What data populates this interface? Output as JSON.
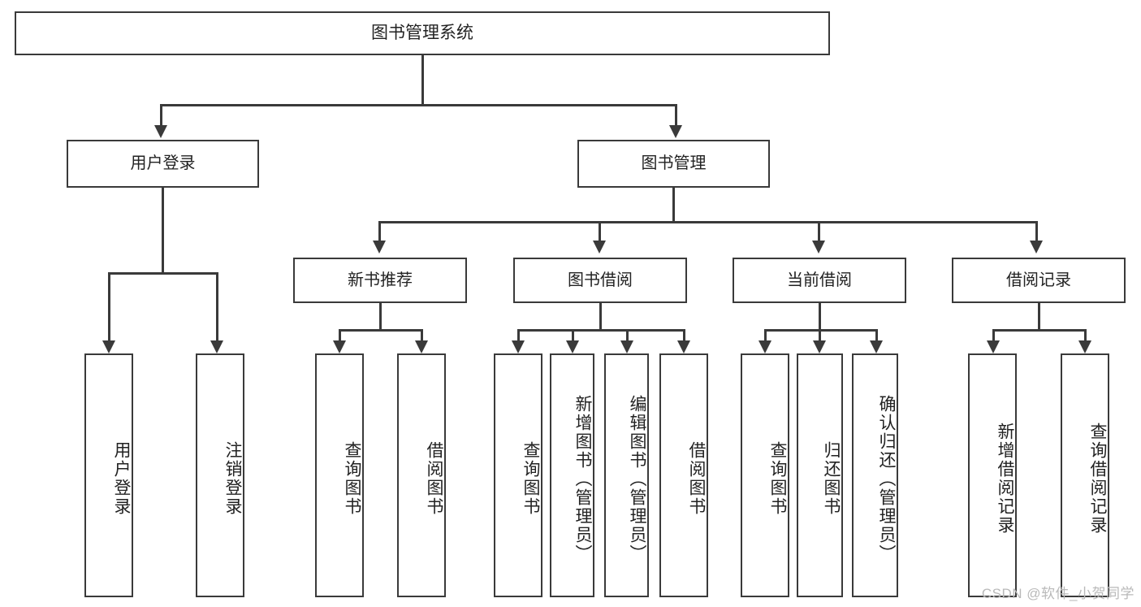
{
  "diagram": {
    "type": "hierarchy-tree",
    "title": "图书管理系统",
    "root": {
      "label": "图书管理系统"
    },
    "level2": [
      {
        "label": "用户登录"
      },
      {
        "label": "图书管理"
      }
    ],
    "level3": [
      {
        "label": "新书推荐"
      },
      {
        "label": "图书借阅"
      },
      {
        "label": "当前借阅"
      },
      {
        "label": "借阅记录"
      }
    ],
    "leaves": {
      "user_login": [
        "用户登录",
        "注销登录"
      ],
      "new_book_recommend": [
        "查询图书",
        "借阅图书"
      ],
      "book_borrow": [
        "查询图书",
        "新增图书（管理员）",
        "编辑图书（管理员）",
        "借阅图书"
      ],
      "current_borrow": [
        "查询图书",
        "归还图书",
        "确认归还（管理员）"
      ],
      "borrow_record": [
        "新增借阅记录",
        "查询借阅记录"
      ]
    }
  },
  "watermark": {
    "text": "CSDN @软件_小贺同学"
  },
  "colors": {
    "stroke": "#3a3a3a",
    "text": "#222222",
    "background": "#ffffff",
    "watermark": "#b9b9b9"
  }
}
